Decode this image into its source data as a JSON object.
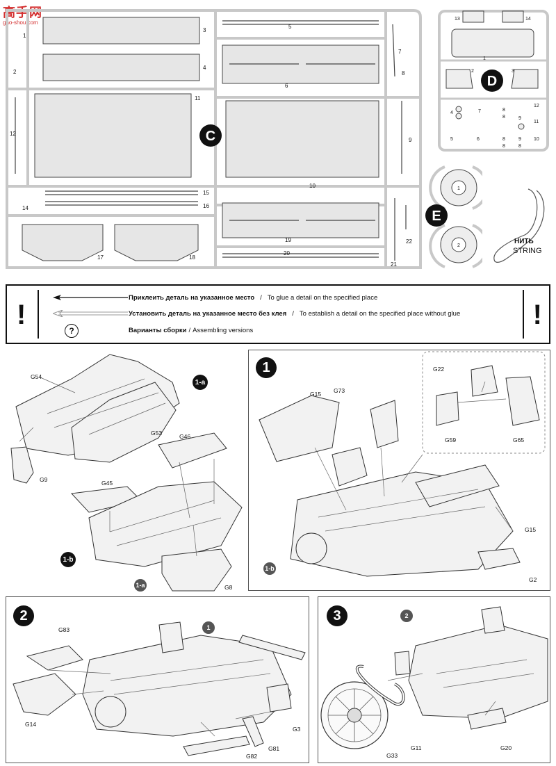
{
  "watermark": {
    "brand": "高手网",
    "url": "gao-shou.com"
  },
  "sprue_c": {
    "letter": "C",
    "parts": [
      "1",
      "2",
      "3",
      "4",
      "5",
      "6",
      "7",
      "8",
      "9",
      "10",
      "11",
      "12",
      "14",
      "15",
      "16",
      "17",
      "18",
      "19",
      "20",
      "21",
      "22"
    ]
  },
  "sprue_d": {
    "letter": "D",
    "parts": [
      "13",
      "14",
      "1",
      "2",
      "3",
      "4",
      "7",
      "8",
      "8",
      "9",
      "12",
      "11",
      "5",
      "6",
      "8",
      "8",
      "10",
      "9",
      "8"
    ]
  },
  "sprue_e": {
    "letter": "E",
    "parts": [
      "1",
      "2"
    ]
  },
  "string": {
    "ru": "НИТЬ",
    "en": "STRING"
  },
  "legend": {
    "mark": "!",
    "glue_ru": "Приклеить деталь на указанное место",
    "glue_en": "To glue a detail on the specified place",
    "noglue_ru": "Установить деталь на указанное место без клея",
    "noglue_en": "To establish a detail on the specified place without glue",
    "variant_icon": "?",
    "variant_ru": "Варианты сборки",
    "variant_en": "Assembling versions",
    "separator": "/"
  },
  "steps": {
    "s1a": {
      "badge_a": "1-a",
      "badge_b": "1-b",
      "sub_a": "1-a",
      "labels": [
        "G54",
        "G53",
        "G9",
        "G46",
        "G45",
        "G8"
      ]
    },
    "s1": {
      "num": "1",
      "sub": "1-b",
      "labels": [
        "G15",
        "G73",
        "G22",
        "G59",
        "G65",
        "G15",
        "G2"
      ]
    },
    "s2": {
      "num": "2",
      "sub": "1",
      "labels": [
        "G83",
        "G14",
        "G3",
        "G82",
        "G81"
      ]
    },
    "s3": {
      "num": "3",
      "sub": "2",
      "labels": [
        "G11",
        "G33",
        "G20"
      ]
    }
  }
}
